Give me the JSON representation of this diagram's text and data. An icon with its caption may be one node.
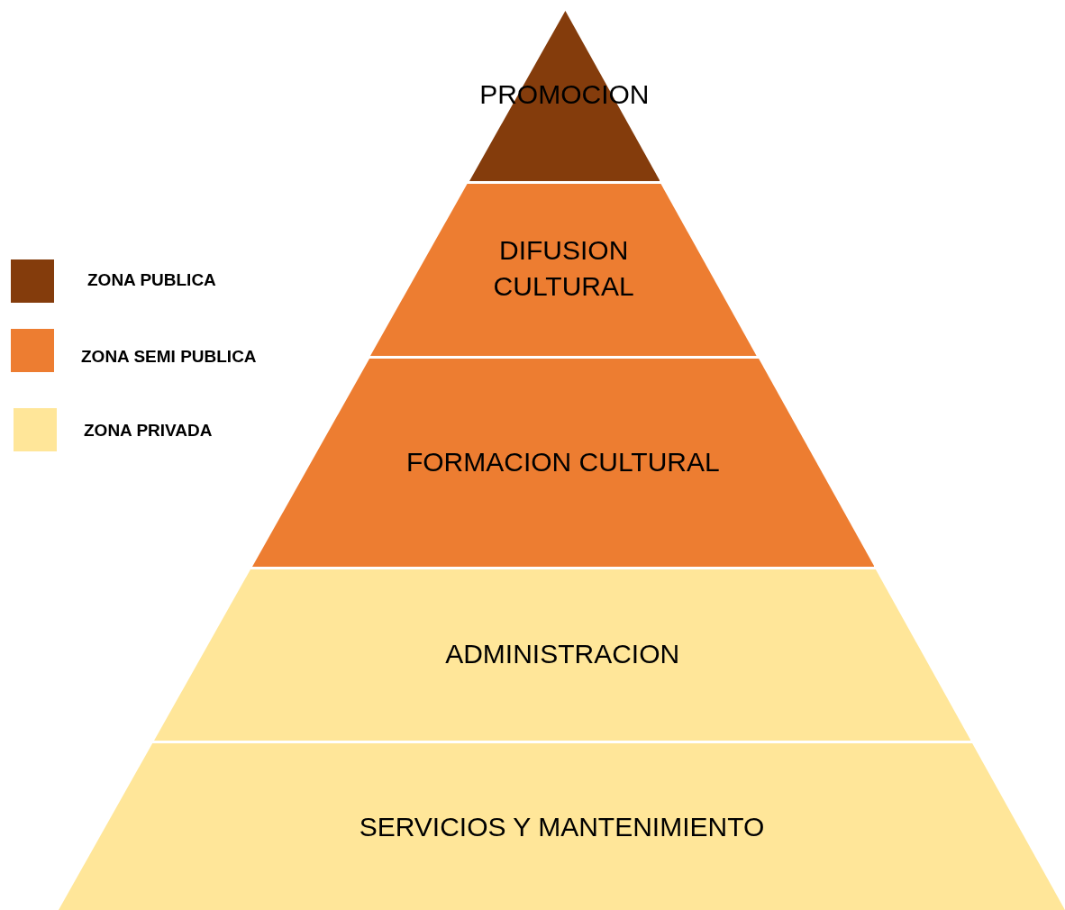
{
  "diagram": {
    "nodes": [
      {
        "text": [
          "PROMOCION"
        ]
      },
      {
        "text": [
          "DIFUSION CULTURAL"
        ]
      },
      {
        "text": [
          "FORMACION CULTURAL"
        ]
      },
      {
        "text": [
          "ADMINISTRACION"
        ]
      },
      {
        "text": [
          "SERVICIOS Y MANTENIMIENTO"
        ]
      }
    ],
    "edges": [],
    "legend": [
      {
        "text": "ZONA PUBLICA",
        "color": "#843c0c"
      },
      {
        "text": "ZONA SEMI PUBLICA",
        "color": "#ed7d31"
      },
      {
        "text": "ZONA PRIVADA",
        "color": "#ffe699"
      }
    ]
  }
}
